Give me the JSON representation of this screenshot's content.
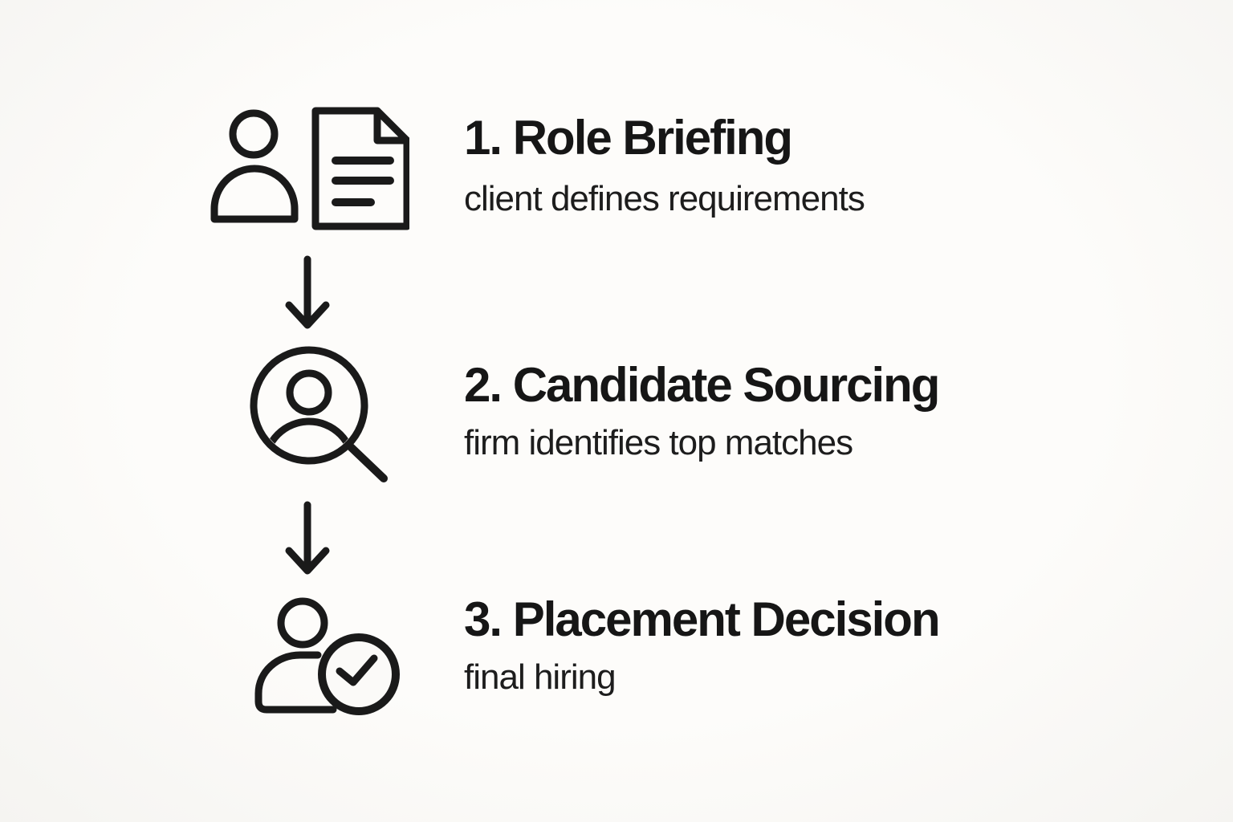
{
  "diagram": {
    "background_color": "#fbfaf8",
    "icon_stroke_color": "#1a1a1a",
    "title_color": "#161616",
    "subtitle_color": "#1d1d1d",
    "steps": [
      {
        "title": "1. Role Briefing",
        "subtitle": "client defines requirements",
        "icon": "client-document-icon"
      },
      {
        "title": "2. Candidate Sourcing",
        "subtitle": "firm identifies top matches",
        "icon": "person-search-icon"
      },
      {
        "title": "3. Placement Decision",
        "subtitle": "final hiring",
        "icon": "person-check-icon"
      }
    ],
    "connectors": [
      {
        "glyph": "down-arrow"
      },
      {
        "glyph": "down-arrow"
      }
    ]
  }
}
